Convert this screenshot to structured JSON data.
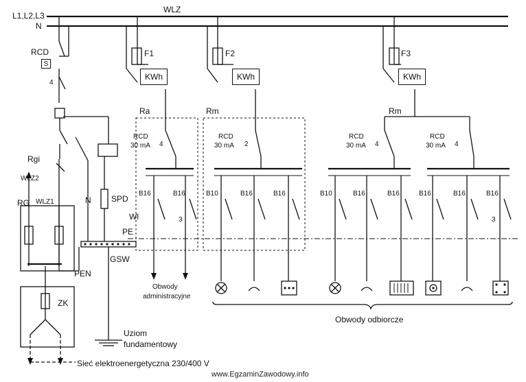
{
  "bus": {
    "phase_label": "L1,L2,L3",
    "neutral_label": "N",
    "wlz_label": "WLZ"
  },
  "left": {
    "rcd_label": "RCD",
    "s_label": "S",
    "rcd_poles": "4",
    "rgi_label": "Rgi",
    "wlz2_label": "WLZ2",
    "rg_label": "RG",
    "wlz1_label": "WLZ1",
    "pen_label": "PEN",
    "zk_label": "ZK",
    "n_label": "N",
    "spd_label": "SPD",
    "pe_label": "PE",
    "gsw_label": "GSW",
    "uziom_line1": "Uziom",
    "uziom_line2": "fundamentowy",
    "network_label": "Sieć elektroenergetyczna 230/400 V"
  },
  "meters": {
    "f1": "F1",
    "f2": "F2",
    "f3": "F3",
    "kwh": "KWh"
  },
  "groups": {
    "ra": "Ra",
    "rm1": "Rm",
    "rm2": "Rm",
    "rcd30": "RCD",
    "ma30": "30 mA",
    "pole4": "4",
    "pole2": "2",
    "wl_label": "Wl"
  },
  "breakers": {
    "b10": "B10",
    "b16": "B16",
    "pole3": "3"
  },
  "circuits": {
    "admin_line1": "Obwody",
    "admin_line2": "administracyjne",
    "receivers": "Obwody odbiorcze"
  },
  "footer": {
    "site": "www.EgzaminZawodowy.info"
  }
}
